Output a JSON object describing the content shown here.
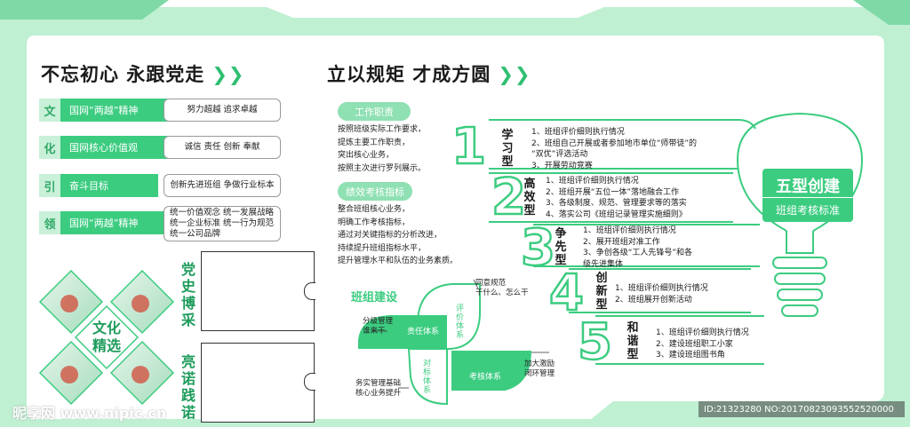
{
  "left_section": {
    "title": "不忘初心  永跟党走",
    "rows": [
      {
        "chip": "文",
        "label": "国网“两越”精神",
        "value": "努力超越 追求卓越"
      },
      {
        "chip": "化",
        "label": "国网核心价值观",
        "value": "诚信 责任 创新 奉献"
      },
      {
        "chip": "引",
        "label": "奋斗目标",
        "value": "创新先进班组  争做行业标本"
      },
      {
        "chip": "领",
        "label": "国网“两越”精神",
        "value": "统一价值观念 统一发展战略\n统一企业标准 统一行为规范\n统一公司品牌"
      }
    ],
    "diamond_title": "文化\n精选",
    "board1_title": "党史博采",
    "board2_title": "亮诺践诺"
  },
  "middle_section": {
    "title": "立以规矩  才成方圆",
    "duty_label": "工作职责",
    "duty_text": [
      "按照班级实际工作要求，",
      "提炼主要工作职责，",
      "突出核心业务，",
      "按照主次进行罗列展示。"
    ],
    "kpi_label": "绩效考核指标",
    "kpi_text": [
      "整合班组核心业务，",
      "明确工作考核指标，",
      "通过对关键指标的分析改进，",
      "持续提升班组指标水平，",
      "提升管理水平和队伍的业务素质。"
    ],
    "diagram": {
      "title": "班组建设",
      "leaves": [
        "责任体系",
        "评价体系",
        "对标体系",
        "考核体系"
      ],
      "notes": {
        "top": "同意规范\n干什么、怎么干",
        "left_top": "分级管理\n谁来干",
        "left_bottom": "务实管理基础\n核心业务提升",
        "right": "加大激励\n闭环管理"
      }
    }
  },
  "right_section": {
    "bulb_title": "五型创建",
    "bulb_subtitle": "班组考核标准",
    "steps": [
      {
        "num": "1",
        "title": "学习型",
        "items": [
          "1、班组评价细则执行情况",
          "2、班组自己开展或者参加地市单位“师带徒”的",
          "   “双优”评选活动",
          "3、开展劳动竞赛"
        ]
      },
      {
        "num": "2",
        "title": "高效型",
        "items": [
          "1、班组评价细则执行情况",
          "2、班组开展“五位一体”落地融合工作",
          "3、各级制度、规范、管理要求等的落实",
          "4、落实公司《班组记录管理实施细则》"
        ]
      },
      {
        "num": "3",
        "title": "争先型",
        "items": [
          "1、班组评价细则执行情况",
          "2、展开班组对准工作",
          "3、争创各级“工人先锋号”和各",
          "级先进集体"
        ]
      },
      {
        "num": "4",
        "title": "创新型",
        "items": [
          "1、班组评价细则执行情况",
          "2、班组展开创新活动"
        ]
      },
      {
        "num": "5",
        "title": "和谐型",
        "items": [
          "1、班组评价细则执行情况",
          "2、建设班组职工小家",
          "3、建设班组图书角"
        ]
      }
    ]
  },
  "watermark": {
    "left": "昵享网 www.nipic.cn",
    "id": "ID:21323280 NO:20170823093552520000"
  },
  "colors": {
    "accent": "#3ccc80",
    "light": "#c9f0d8",
    "border": "#bff0d2"
  }
}
